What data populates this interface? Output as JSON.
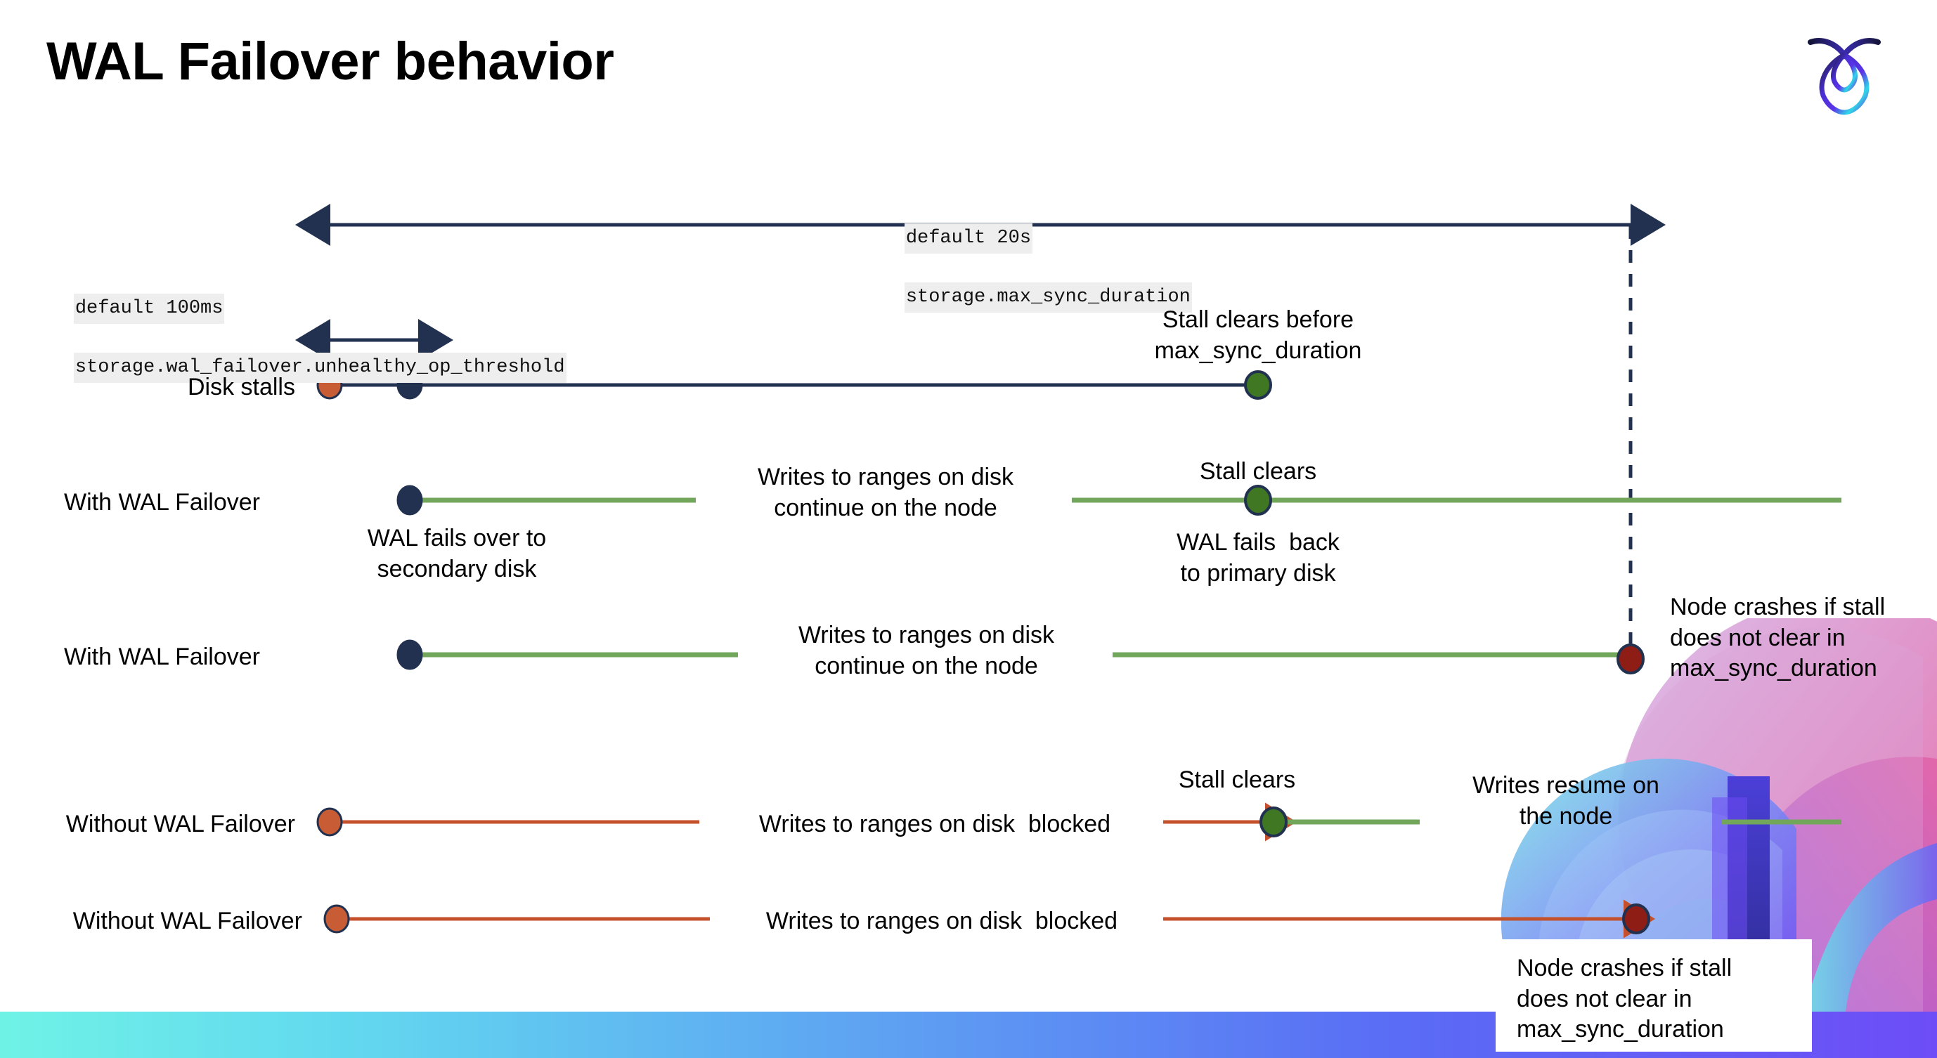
{
  "slide": {
    "title": "WAL Failover behavior",
    "logo_name": "cockroachdb-logo",
    "background": "#ffffff",
    "accent_bar_colors": [
      "#6ff2e6",
      "#5a6cf5",
      "#6d4df7"
    ]
  },
  "colors": {
    "navy": "#22314f",
    "green_line": "#72a75b",
    "green_dot": "#3f7723",
    "orange_line": "#c4512b",
    "orange_dot": "#c85c35",
    "red_dot": "#8e1d16",
    "code_bg": "#eeeeee"
  },
  "annotations": {
    "max_sync": {
      "line1": "default 20s",
      "line2": "storage.max_sync_duration"
    },
    "unhealthy_op": {
      "line1": "default 100ms",
      "line2": "storage.wal_failover.unhealthy_op_threshold"
    }
  },
  "rows": [
    {
      "label": "Disk stalls",
      "notes": [
        {
          "text": "Stall clears before\nmax_sync_duration"
        }
      ]
    },
    {
      "label": "With WAL Failover",
      "notes": [
        {
          "text": "Writes to ranges on disk\ncontinue on the node"
        },
        {
          "text": "Stall clears"
        },
        {
          "text": "WAL fails over to\nsecondary disk"
        },
        {
          "text": "WAL fails  back\nto primary disk"
        }
      ]
    },
    {
      "label": "With WAL Failover",
      "notes": [
        {
          "text": "Writes to ranges on disk\ncontinue on the node"
        },
        {
          "text": "Node crashes if stall\ndoes not clear in\nmax_sync_duration"
        }
      ]
    },
    {
      "label": "Without WAL Failover",
      "notes": [
        {
          "text": "Writes to ranges on disk  blocked"
        },
        {
          "text": "Stall clears"
        },
        {
          "text": "Writes resume on\nthe node"
        }
      ]
    },
    {
      "label": "Without WAL Failover",
      "notes": [
        {
          "text": "Writes to ranges on disk  blocked"
        },
        {
          "text": "Node crashes if stall\ndoes not clear in\nmax_sync_duration"
        }
      ]
    }
  ],
  "text": {
    "disk_stalls_label": "Disk stalls",
    "with_wal_failover_1": "With WAL Failover",
    "with_wal_failover_2": "With WAL Failover",
    "without_wal_failover_1": "Without WAL Failover",
    "without_wal_failover_2": "Without WAL Failover",
    "stall_clears_before": "Stall clears before\nmax_sync_duration",
    "writes_continue_1": "Writes to ranges on disk\ncontinue on the node",
    "writes_continue_2": "Writes to ranges on disk\ncontinue on the node",
    "stall_clears_a": "Stall clears",
    "stall_clears_b": "Stall clears",
    "wal_fails_over": "WAL fails over to\nsecondary disk",
    "wal_fails_back": "WAL fails  back\nto primary disk",
    "node_crashes_1": "Node crashes if stall\ndoes not clear in\nmax_sync_duration",
    "node_crashes_2": "Node crashes if stall\ndoes not clear in\nmax_sync_duration",
    "writes_blocked_1": "Writes to ranges on disk  blocked",
    "writes_blocked_2": "Writes to ranges on disk  blocked",
    "writes_resume": "Writes resume on\nthe node"
  }
}
